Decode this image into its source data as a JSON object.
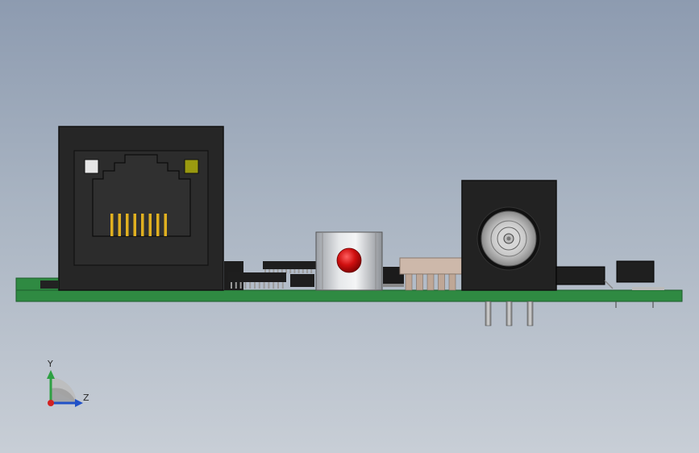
{
  "viewport": {
    "background_top": "#8d9bb0",
    "background_bottom": "#c8ced6"
  },
  "model": {
    "pcb_color": "#2f8a42",
    "pcb_edge_color": "#1e5c2c",
    "rj45": {
      "led_left_color": "#e6e6e6",
      "led_right_color": "#9a9a10",
      "pin_color": "#e0b020",
      "pin_count": 8
    },
    "push_button": {
      "cap_color": "#d01010"
    },
    "dc_jack": {
      "body_color": "#222222"
    },
    "header": {
      "pin_count": 5
    }
  },
  "triad": {
    "y_label": "Y",
    "z_label": "Z",
    "y_color": "#2ea043",
    "z_color": "#2051c7",
    "x_color": "#d22222"
  }
}
